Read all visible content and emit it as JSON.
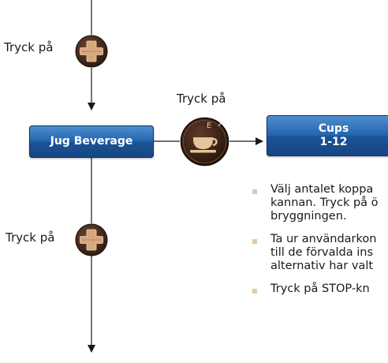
{
  "left_flow": {
    "top_press_label": "Tryck på",
    "bottom_press_label": "Tryck på",
    "jug_box_label": "Jug Beverage"
  },
  "middle": {
    "press_label": "Tryck på",
    "cup_button_letter": "E"
  },
  "cups_box": {
    "title": "Cups",
    "range": "1-12"
  },
  "instructions": [
    {
      "lines": [
        "Välj antalet koppa",
        "kannan. Tryck på ö",
        "bryggningen."
      ]
    },
    {
      "lines": [
        "Ta ur användarkon",
        "till de förvalda ins",
        "alternativ har valt"
      ]
    },
    {
      "lines": [
        "Tryck på STOP-kn"
      ]
    }
  ],
  "colors": {
    "box_blue": "#2565ad",
    "button_brown": "#4a2d1c",
    "plus_tan": "#d8a77d",
    "bullet_tan": "#e2c9a0"
  }
}
